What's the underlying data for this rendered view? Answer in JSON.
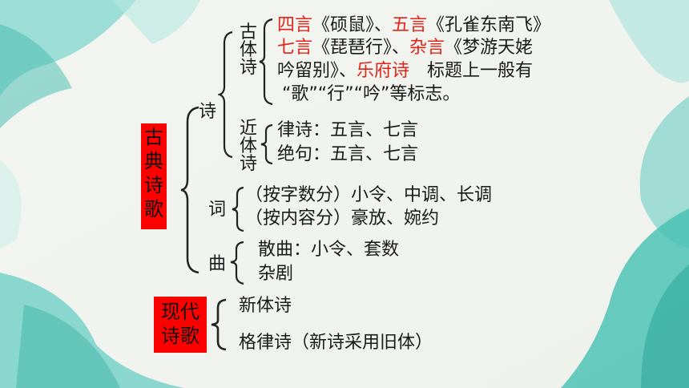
{
  "root_classical": {
    "label": [
      "古",
      "典",
      "诗",
      "歌"
    ]
  },
  "root_modern": {
    "label_lines": [
      "现代",
      "诗歌"
    ]
  },
  "shi": {
    "label": "诗",
    "guti": {
      "label": [
        "古",
        "体",
        "诗"
      ],
      "lines": [
        [
          {
            "text": "四言",
            "red": true
          },
          {
            "text": "《硕鼠》、",
            "red": false
          },
          {
            "text": "五言",
            "red": true
          },
          {
            "text": "《孔雀东南飞》",
            "red": false
          }
        ],
        [
          {
            "text": "七言",
            "red": true
          },
          {
            "text": "《琵琶行》、",
            "red": false
          },
          {
            "text": "杂言",
            "red": true
          },
          {
            "text": "《梦游天姥",
            "red": false
          }
        ],
        [
          {
            "text": "吟留别》、",
            "red": false
          },
          {
            "text": "乐府诗",
            "red": true
          },
          {
            "text": "　标题上一般有",
            "red": false
          }
        ],
        [
          {
            "text": "“歌”“行”“吟”等标志。",
            "red": false
          }
        ]
      ]
    },
    "jinti": {
      "label": [
        "近",
        "体",
        "诗"
      ],
      "lines": [
        "律诗：五言、七言",
        "绝句：五言、七言"
      ]
    }
  },
  "ci": {
    "label": "词",
    "lines": [
      "（按字数分）小令、中调、长调",
      "（按内容分）豪放、婉约"
    ]
  },
  "qu": {
    "label": "曲",
    "lines": [
      "散曲：小令、套数",
      "杂剧"
    ]
  },
  "modern": {
    "lines": [
      "新体诗",
      "格律诗（新诗采用旧体）"
    ]
  },
  "colors": {
    "highlight": "#e2231a",
    "box": "#ff0000",
    "teal": "#5fc9c0"
  }
}
